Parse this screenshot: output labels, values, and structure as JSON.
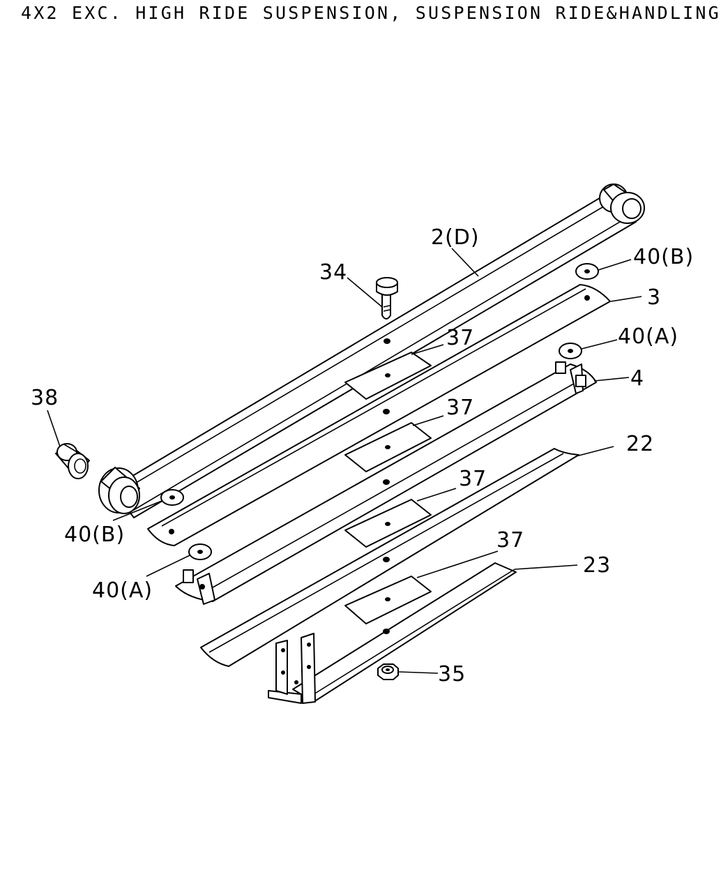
{
  "title": "4X2 EXC. HIGH RIDE SUSPENSION, SUSPENSION RIDE&HANDLING",
  "callouts": {
    "c34": "34",
    "c2d": "2(D)",
    "c40b_top": "40(B)",
    "c3": "3",
    "c37_1": "37",
    "c40a_top": "40(A)",
    "c4": "4",
    "c38": "38",
    "c37_2": "37",
    "c22": "22",
    "c37_3": "37",
    "c40b_left": "40(B)",
    "c37_4": "37",
    "c23": "23",
    "c40a_left": "40(A)",
    "c35": "35"
  }
}
